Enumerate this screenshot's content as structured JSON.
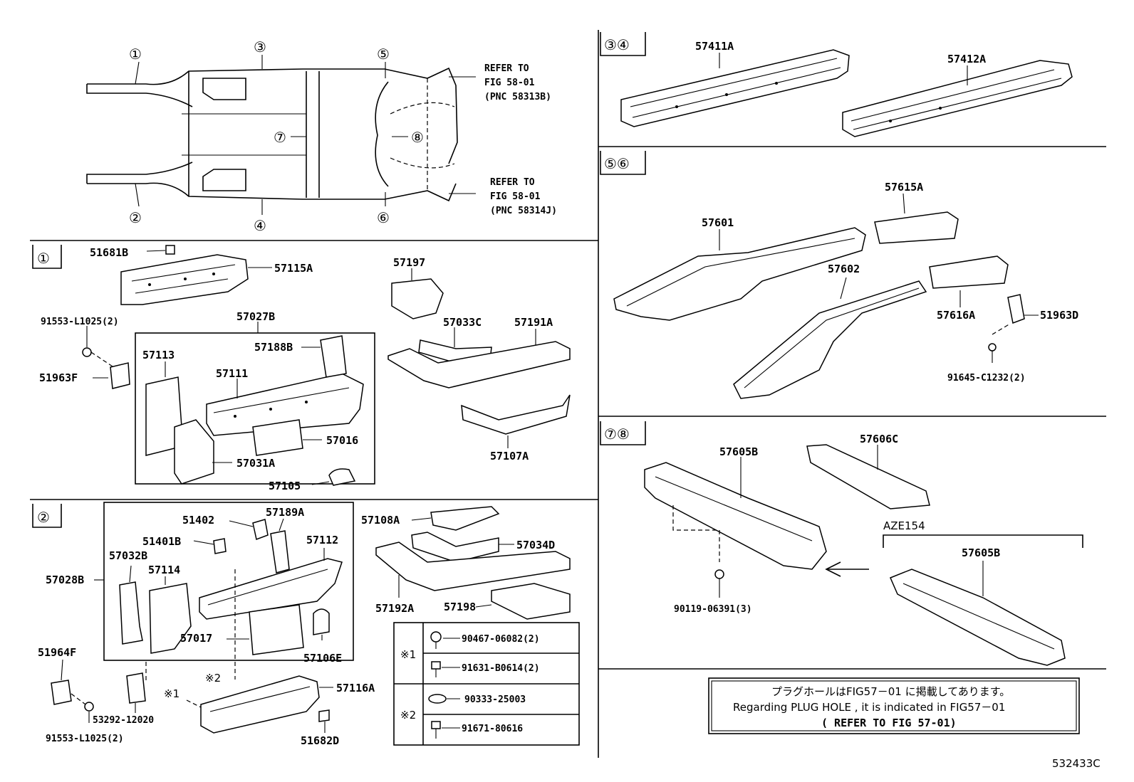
{
  "top": {
    "callouts": [
      "①",
      "②",
      "③",
      "④",
      "⑤",
      "⑥",
      "⑦",
      "⑧"
    ],
    "refer_a": [
      "REFER TO",
      "FIG 58-01",
      "(PNC 58313B)"
    ],
    "refer_b": [
      "REFER TO",
      "FIG 58-01",
      "(PNC 58314J)"
    ]
  },
  "sections": {
    "s1": "①",
    "s2": "②",
    "s34": "③④",
    "s56": "⑤⑥",
    "s78": "⑦⑧"
  },
  "parts_s1": {
    "p51681B": "51681B",
    "p57115A": "57115A",
    "p91553a": "91553-L1025(2)",
    "p51963F": "51963F",
    "p57027B": "57027B",
    "p57188B": "57188B",
    "p57113": "57113",
    "p57111": "57111",
    "p57016": "57016",
    "p57031A": "57031A",
    "p57105": "57105",
    "p57197": "57197",
    "p57033C": "57033C",
    "p57191A": "57191A",
    "p57107A": "57107A"
  },
  "parts_s2": {
    "p51402": "51402",
    "p57189A": "57189A",
    "p51401B": "51401B",
    "p57112": "57112",
    "p57032B": "57032B",
    "p57114": "57114",
    "p57028B": "57028B",
    "p57017": "57017",
    "p57106E": "57106E",
    "p51964F": "51964F",
    "p53292": "53292-12020",
    "p91553b": "91553-L1025(2)",
    "p57116A": "57116A",
    "p51682D": "51682D",
    "mark1": "※1",
    "mark2": "※2",
    "p57108A": "57108A",
    "p57034D": "57034D",
    "p57192A": "57192A",
    "p57198": "57198"
  },
  "fasteners": {
    "mark1": "※1",
    "mark2": "※2",
    "f1": "90467-06082(2)",
    "f2": "91631-B0614(2)",
    "f3": "90333-25003",
    "f4": "91671-80616"
  },
  "parts_s34": {
    "p57411A": "57411A",
    "p57412A": "57412A"
  },
  "parts_s56": {
    "p57615A": "57615A",
    "p57601": "57601",
    "p57602": "57602",
    "p57616A": "57616A",
    "p51963D": "51963D",
    "p91645": "91645-C1232(2)"
  },
  "parts_s78": {
    "p57605B": "57605B",
    "p57606C": "57606C",
    "p90119": "90119-06391(3)",
    "aze": "AZE154",
    "p57605B2": "57605B"
  },
  "note": {
    "jp": "プラグホールはFIG57－01 に掲載してあります。",
    "en": "Regarding PLUG HOLE , it is indicated in FIG57－01",
    "ref": "( REFER TO FIG 57-01)"
  },
  "figure_id": "532433C"
}
